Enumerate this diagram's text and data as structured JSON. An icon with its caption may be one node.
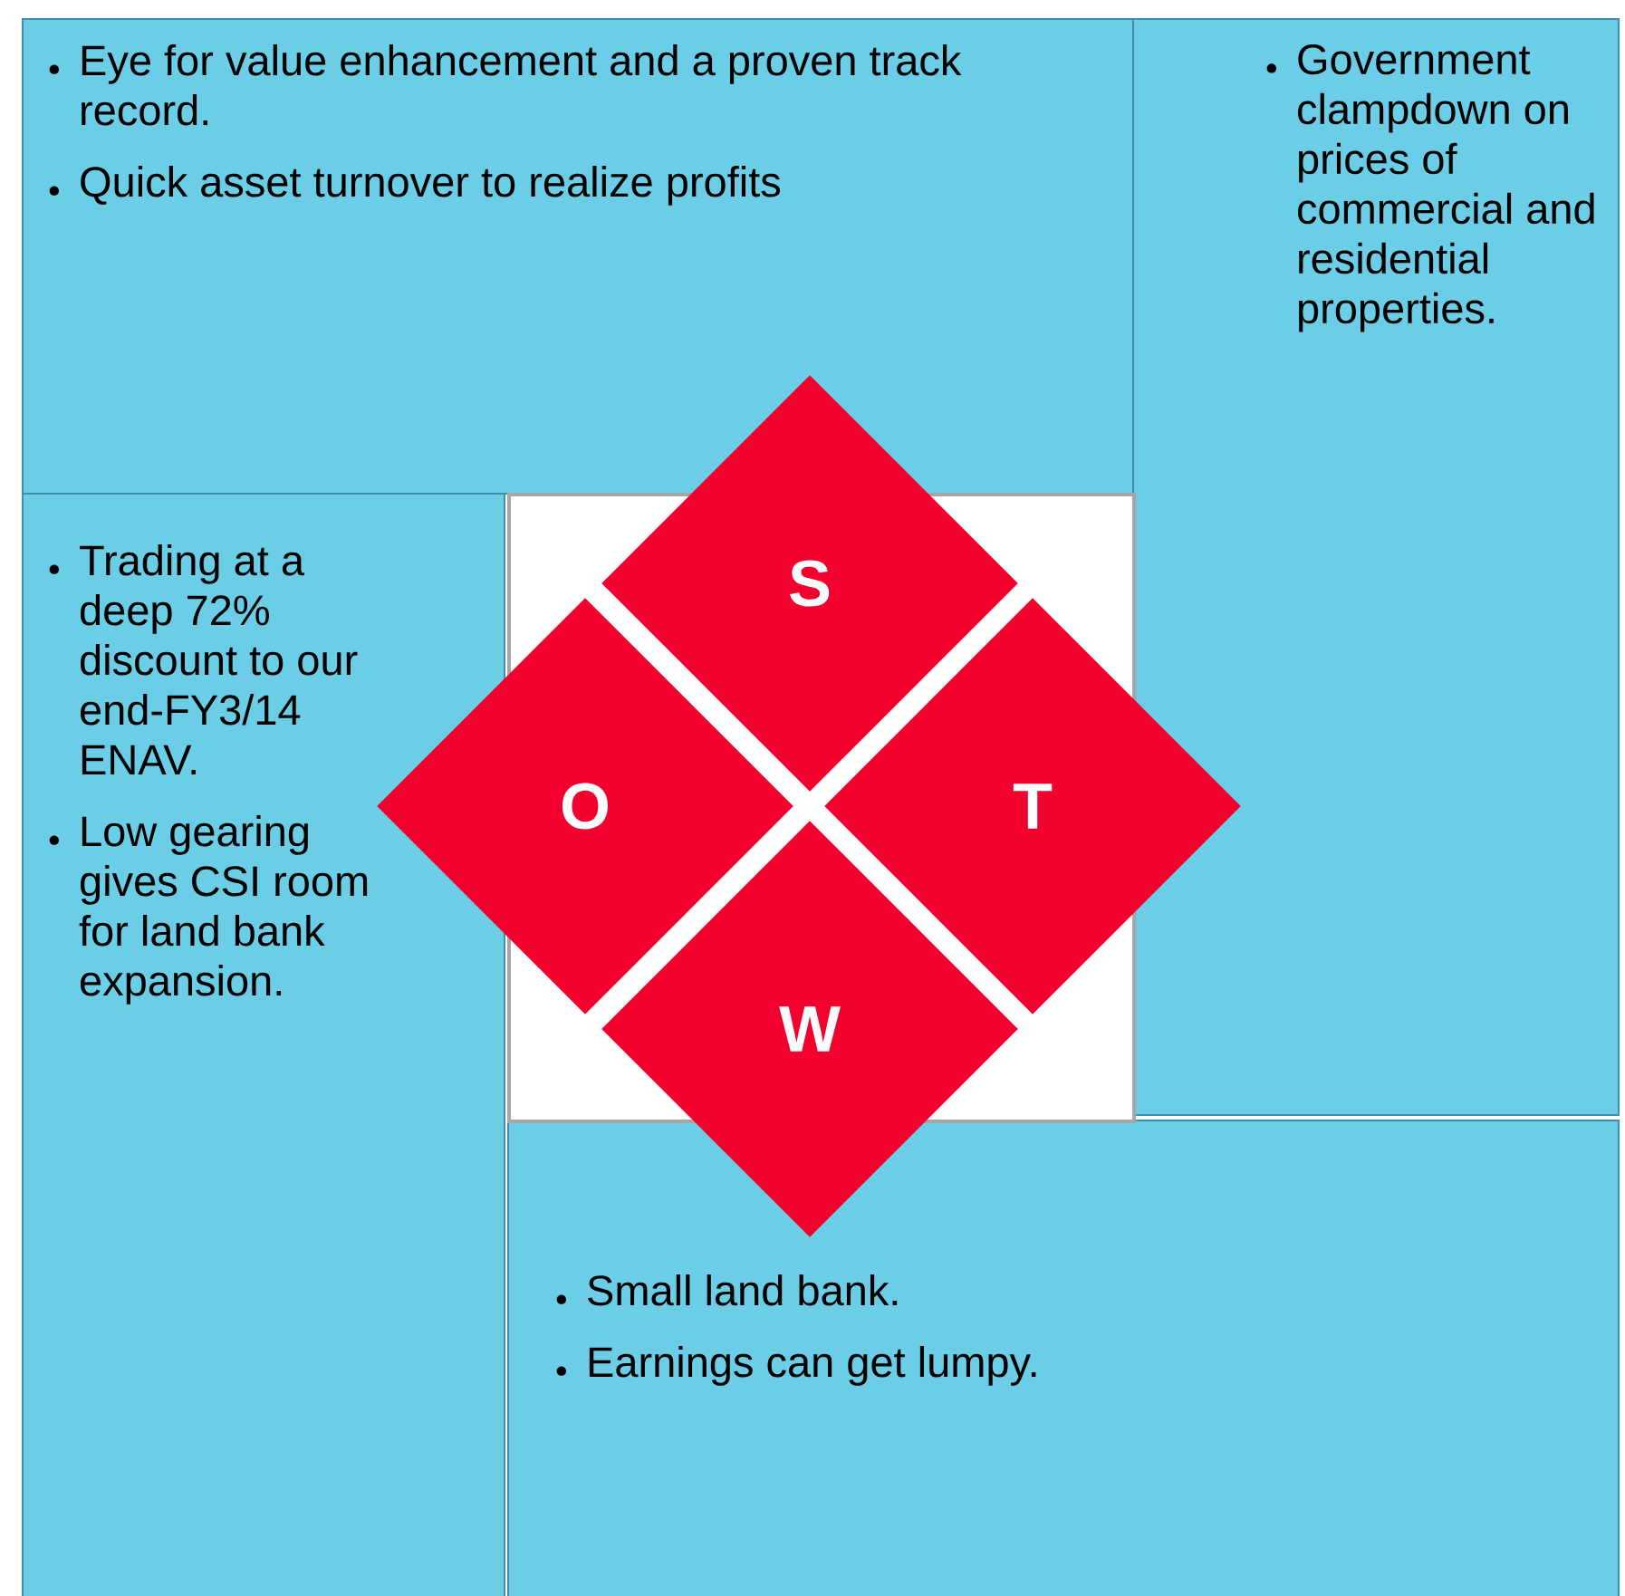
{
  "diagram": {
    "nodes": [
      {
        "text": [
          "Eye for value enhancement and a proven track record.",
          "Quick asset turnover to realize profits"
        ]
      },
      {
        "text": [
          "Government clampdown on prices of commercial and residential properties."
        ]
      },
      {
        "text": [
          "Trading at a deep 72% discount to our end-FY3/14 ENAV.",
          "Low gearing gives CSI room for land bank expansion."
        ]
      },
      {
        "text": [
          "Small land bank.",
          "Earnings can get lumpy."
        ]
      },
      {
        "text": [
          "S"
        ]
      },
      {
        "text": [
          "O"
        ]
      },
      {
        "text": [
          "T"
        ]
      },
      {
        "text": [
          "W"
        ]
      },
      {
        "text": [],
        "shape": "box"
      }
    ]
  }
}
